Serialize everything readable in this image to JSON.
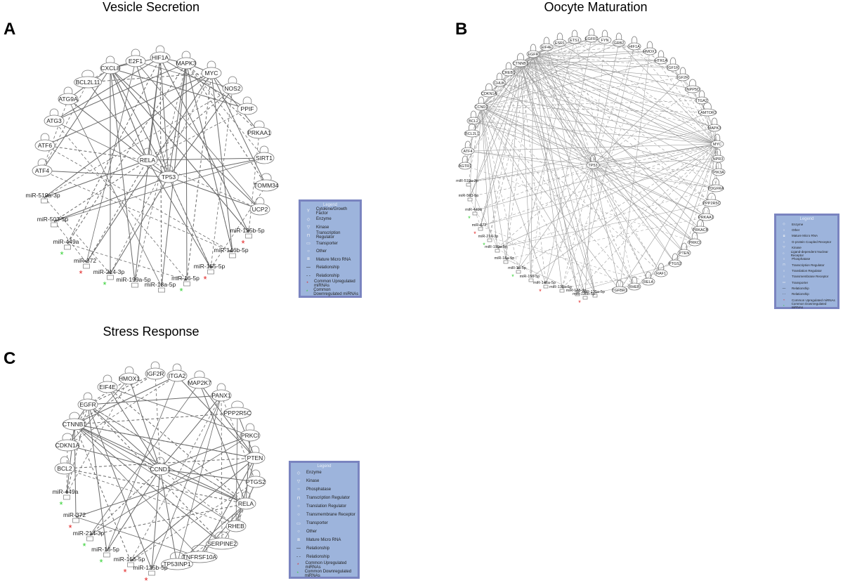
{
  "panels": [
    {
      "letter": "A",
      "title": "Vesicle Secretion",
      "nodes": [
        "CXCL8",
        "E2F1",
        "HIF1A",
        "MAPK3",
        "MYC",
        "BCL2L11",
        "NOS2",
        "ATG9A",
        "PPIF",
        "ATG3",
        "PRKAA1",
        "ATF6",
        "SIRT1",
        "ATF4",
        "RELA",
        "TP53",
        "TOMM34",
        "miR-519a-3p",
        "miR-503-5p",
        "UCP2",
        "miR-125b-5p",
        "miR-449a",
        "miR-146b-5p",
        "miR-372",
        "miR-155-5p",
        "miR-214-3p",
        "miR-199a-5p",
        "miR-18a-5p",
        "miR-16-5p"
      ],
      "legend": {
        "header": "Legend",
        "items": [
          "Cytokine/Growth Factor",
          "Enzyme",
          "Kinase",
          "Transcription Regulator",
          "Transporter",
          "Other",
          "Mature Micro RNA",
          "Relationship",
          "Relationship",
          "Common Upregulated miRNAs",
          "Common Downregulated miRNAs"
        ]
      }
    },
    {
      "letter": "B",
      "title": "Oocyte Maturation",
      "nodes": [
        "ESR1",
        "ETS1",
        "EGFR1",
        "FYN",
        "GRB2",
        "HIF1A",
        "HMOX1",
        "HTR1A",
        "EIF4E",
        "EGFR",
        "CTNNB1",
        "IGF1R",
        "CREB1",
        "IGF2R",
        "CHUK",
        "INPP5D",
        "CDKN1A",
        "ITGA2",
        "CCND1",
        "LAMTOR3",
        "BCL2",
        "MAPK3",
        "BCL2L1",
        "MYC",
        "ATF4",
        "NPR3",
        "TP53",
        "AGTR1",
        "PIK3A",
        "miR-519a-3p",
        "PDGFRA",
        "miR-503-5p",
        "PPP2R5C",
        "PRKAA1",
        "miR-449a",
        "PRKACB",
        "miR-372",
        "miR-214-3p",
        "PRKCI",
        "miR-199a-5p",
        "PTEN",
        "PTGS2",
        "miR-18a-5p",
        "RAF1",
        "miR-16-5p",
        "RELA",
        "miR-155-5p",
        "RHEB",
        "miR-146a-5p",
        "TGFBR1",
        "miR-135a-5p",
        "miR-128-3p",
        "miR-125a-5p",
        "miR-125b-5p"
      ],
      "legend": {
        "header": "Legend",
        "items": [
          "Enzyme",
          "Other",
          "Mature Micro RNA",
          "G-protein Coupled Receptor",
          "Kinase",
          "Ligand-dependent Nuclear Receptor",
          "Phosphatase",
          "Transcription Regulator",
          "Translation Regulator",
          "Transmembrane Receptor",
          "Transporter",
          "Relationship",
          "Relationship",
          "Common Upregulated miRNAs",
          "Common Downregulated miRNAs"
        ]
      }
    },
    {
      "letter": "C",
      "title": "Stress Response",
      "nodes": [
        "HMOX1",
        "IGF2R",
        "ITGA2",
        "MAP2K7",
        "EIF4E",
        "PANX1",
        "EGFR",
        "PPP2R5C",
        "CTNNB1",
        "PRKCI",
        "CDKN1A",
        "CCND1",
        "PTEN",
        "BCL2",
        "PTGS2",
        "RELA",
        "miR-449a",
        "miR-372",
        "RHEB",
        "miR-214-3p",
        "miR-16-5p",
        "SERPINE2",
        "miR-155-5p",
        "TNFRSF10A",
        "TP53INP1",
        "miR-125b-5p"
      ],
      "legend": {
        "header": "Legend",
        "items": [
          "Enzyme",
          "Kinase",
          "Phosphatase",
          "Transcription Regulator",
          "Translation Regulator",
          "Transmembrane Receptor",
          "Transporter",
          "Other",
          "Mature Micro RNA",
          "Relationship",
          "Relationship",
          "Common Upregulated miRNAs",
          "Common Downregulated miRNAs"
        ]
      }
    }
  ],
  "colors": {
    "edge": "#6a6a6a",
    "edge_light": "#9a9a9a",
    "legend_bg": "#9db4dc",
    "legend_border": "#7a84c0",
    "upregulated_marker": "#e02020",
    "downregulated_marker": "#30d030"
  },
  "legend_symbols": {
    "Cytokine/Growth Factor": "cytokine-icon",
    "Enzyme": "enzyme-icon",
    "Kinase": "kinase-icon",
    "Transcription Regulator": "transcription-regulator-icon",
    "Transporter": "transporter-icon",
    "Other": "circle-icon",
    "Mature Micro RNA": "microrna-icon",
    "Relationship": "line-icon",
    "Common Upregulated miRNAs": "red-asterisk-icon",
    "Common Downregulated miRNAs": "green-asterisk-icon"
  }
}
